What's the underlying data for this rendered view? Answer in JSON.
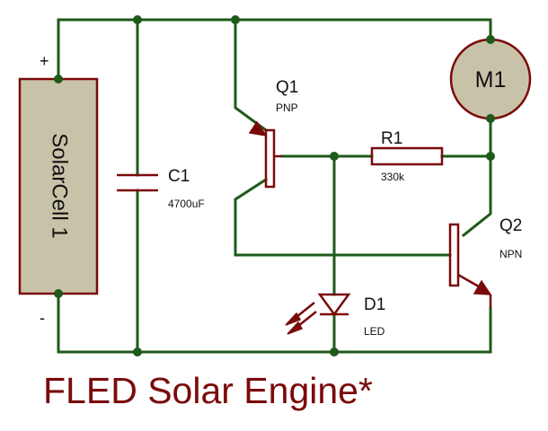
{
  "title": "FLED Solar Engine*",
  "solar_cell": {
    "label": "SolarCell 1",
    "plus": "+",
    "minus": "-"
  },
  "c1": {
    "ref": "C1",
    "value": "4700uF"
  },
  "q1": {
    "ref": "Q1",
    "type": "PNP"
  },
  "r1": {
    "ref": "R1",
    "value": "330k"
  },
  "m1": {
    "ref": "M1"
  },
  "q2": {
    "ref": "Q2",
    "type": "NPN"
  },
  "d1": {
    "ref": "D1",
    "type": "LED"
  },
  "colors": {
    "wire": "#1e5a1a",
    "component": "#7a0a0a",
    "title": "#7a0a0a",
    "cell_fill": "#c8c3a8"
  }
}
